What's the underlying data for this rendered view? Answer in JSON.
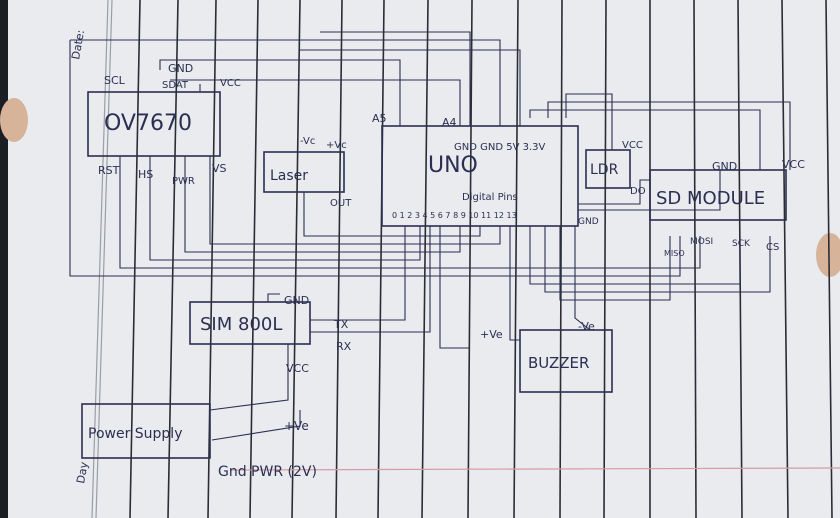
{
  "labels": {
    "date": "Date:",
    "day": "Day",
    "scl": "SCL",
    "gnd_top": "GND",
    "sdat": "SDAT",
    "vcc_top": "VCC",
    "ov7670": "OV7670",
    "rst": "RST",
    "hs": "HS",
    "pwr": "PWR",
    "vs": "VS",
    "laser_minus": "-Vc",
    "laser_plus": "+Vc",
    "laser": "Laser",
    "out": "OUT",
    "a5": "A5",
    "a4": "A4",
    "uno_power": "GND GND 5V 3.3V",
    "uno": "UNO",
    "digital_pins": "Digital Pins",
    "pin_numbers": "0 1 2 3 4 5 6 7 8 9 10 11 12 13",
    "gnd_right": "GND",
    "vcc_ldr": "VCC",
    "ldr": "LDR",
    "do": "DO",
    "sd_gnd": "GND",
    "sd_vcc": "VCC",
    "sd_module": "SD MODULE",
    "miso": "MISO",
    "mosi": "MOSI",
    "sck": "SCK",
    "cs": "CS",
    "sim_gnd": "GND",
    "sim800l": "SIM 800L",
    "tx": "TX",
    "rx": "RX",
    "sim_vcc": "VCC",
    "buzzer_plus": "+Ve",
    "buzzer_minus": "-Ve",
    "buzzer": "BUZZER",
    "psu_plus": "+Ve",
    "power_supply": "Power Supply",
    "gnd_pwr": "Gnd PWR (2V)"
  }
}
